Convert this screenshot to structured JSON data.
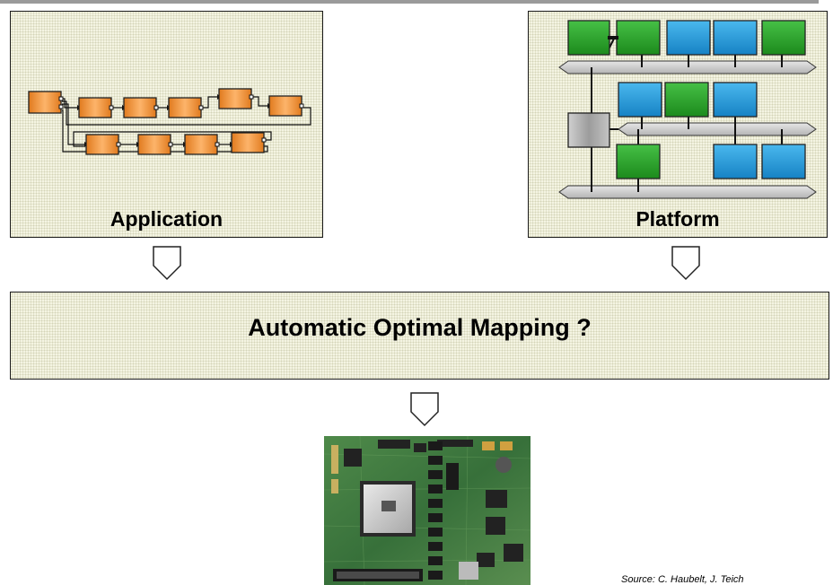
{
  "panels": {
    "application": {
      "label": "Application"
    },
    "platform": {
      "label": "Platform"
    }
  },
  "mapping": {
    "title": "Automatic Optimal Mapping ?"
  },
  "source": {
    "text": "Source: C. Haubelt, J. Teich"
  },
  "colors": {
    "process_orange": "#f6a04c",
    "pe_green": "#2aa02a",
    "pe_blue": "#1f9ad8",
    "bus_gray": "#c8c8c8",
    "bridge_gray": "#aaaaaa",
    "panel_fill": "#f4f4e2",
    "board_green": "#3a7a3a"
  },
  "icons": [
    "down-arrow-icon",
    "fpga-board-photo"
  ]
}
